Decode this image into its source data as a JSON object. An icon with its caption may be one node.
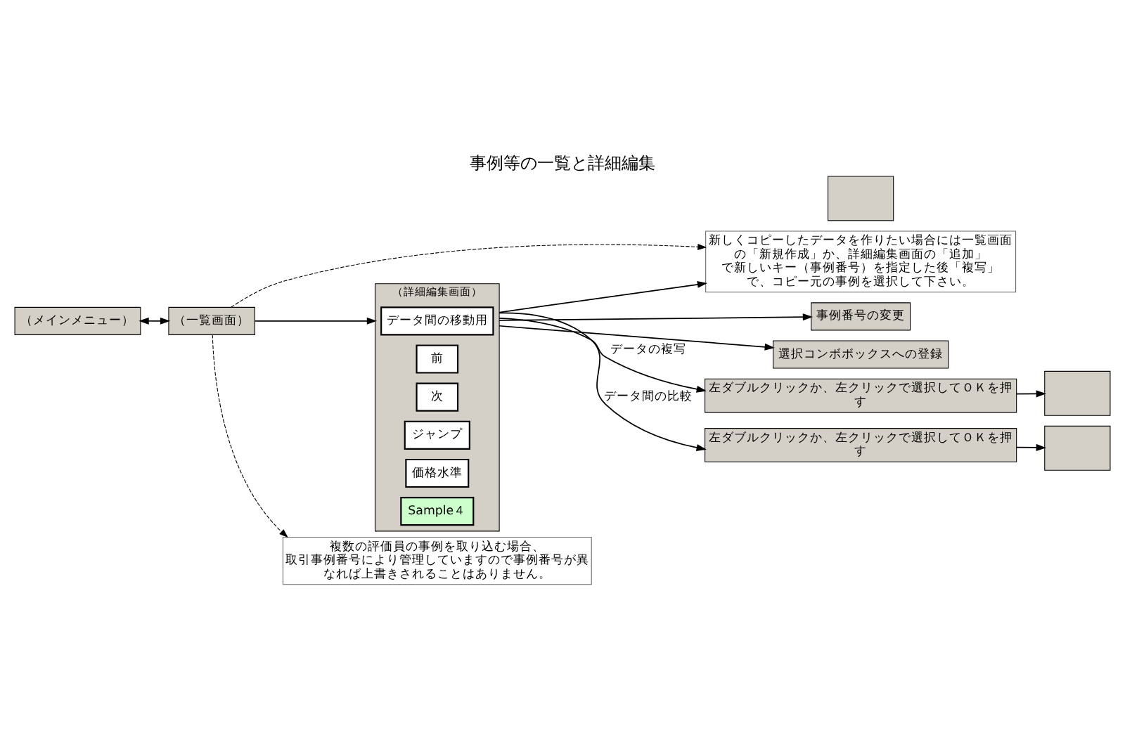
{
  "diagram": {
    "title": "事例等の一覧と詳細編集",
    "nodes": [
      {
        "text": [
          "（メインメニュー）"
        ]
      },
      {
        "text": [
          "（一覧画面）"
        ]
      },
      {
        "text": [
          "（詳細編集画面）"
        ]
      },
      {
        "text": [
          "データ間の移動用"
        ],
        "in": 2
      },
      {
        "text": [
          "前"
        ],
        "in": 2
      },
      {
        "text": [
          "次"
        ],
        "in": 2
      },
      {
        "text": [
          "ジャンプ"
        ],
        "in": 2
      },
      {
        "text": [
          "価格水準"
        ],
        "in": 2
      },
      {
        "text": [
          "Sample４"
        ],
        "in": 2
      },
      {
        "text": [
          "新しくコピーしたデータを作りたい場合には一覧画面の「新規作成」か、詳細編集画面の「追加」で新しいキー（事例番号）を指定した後「複写」で、コピー元の事例を選択して下さい。"
        ]
      },
      {
        "text": [
          "複数の評価員の事例を取り込む場合、取引事例番号により管理していますので事例番号が異なれば上書きされることはありません。"
        ]
      },
      {
        "text": [
          "事例番号の変更"
        ]
      },
      {
        "text": [
          "選択コンボボックスへの登録"
        ]
      },
      {
        "text": [],
        "shape": "box"
      },
      {
        "text": [
          "左ダブルクリックか、左クリックで選択してＯＫを押す"
        ]
      },
      {
        "text": [],
        "shape": "box"
      },
      {
        "text": [
          "左ダブルクリックか、左クリックで選択してＯＫを押す"
        ]
      },
      {
        "text": [],
        "shape": "box"
      }
    ],
    "edges": [
      {
        "from": 0,
        "to": 1,
        "arrow": "both"
      },
      {
        "from": 1,
        "to": 2,
        "arrow": "to"
      },
      {
        "from": 1,
        "to": 9,
        "arrow": "to",
        "style": "dashed"
      },
      {
        "from": 2,
        "to": 9,
        "arrow": "to"
      },
      {
        "from": 1,
        "to": 10,
        "arrow": "to",
        "style": "dashed"
      },
      {
        "from": 2,
        "to": 11,
        "arrow": "to"
      },
      {
        "from": 2,
        "to": 12,
        "arrow": "to"
      },
      {
        "from": 2,
        "to": 14,
        "label": "データの複写",
        "arrow": "to"
      },
      {
        "from": 14,
        "to": 15,
        "arrow": "to"
      },
      {
        "from": 2,
        "to": 16,
        "label": "データ間の比較",
        "arrow": "to"
      },
      {
        "from": 16,
        "to": 17,
        "arrow": "to"
      }
    ]
  }
}
